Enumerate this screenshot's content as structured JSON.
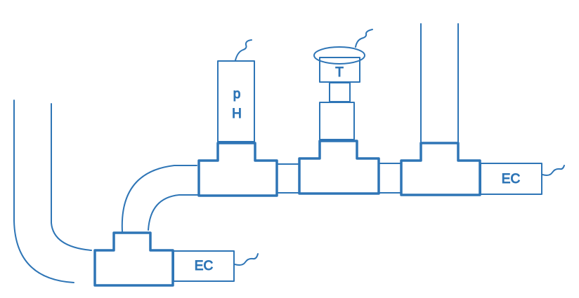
{
  "colors": {
    "stroke": "#2E75B6",
    "background": "#FFFFFF"
  },
  "sensors": {
    "ph": {
      "line1": "p",
      "line2": "H"
    },
    "temperature": {
      "label": "T"
    },
    "ec_right": {
      "label": "EC"
    },
    "ec_bottom": {
      "label": "EC"
    }
  }
}
